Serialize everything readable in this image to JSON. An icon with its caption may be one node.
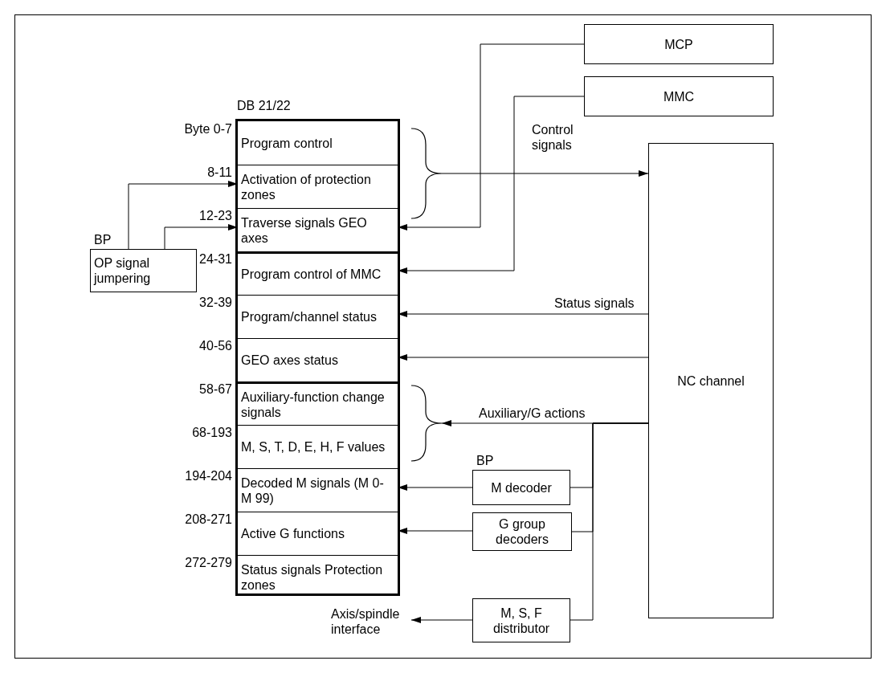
{
  "diagram": {
    "nodes": [
      {
        "text": [
          "MCP"
        ]
      },
      {
        "text": [
          "MMC"
        ]
      },
      {
        "text": [
          "DB 21/22"
        ]
      },
      {
        "text": [
          "Program control"
        ],
        "in": 2,
        "beside": [
          "Byte 0-7"
        ]
      },
      {
        "text": [
          "Activation of protection zones"
        ],
        "in": 2,
        "beside": [
          "8-11"
        ]
      },
      {
        "text": [
          "Traverse signals GEO axes"
        ],
        "in": 2,
        "beside": [
          "12-23"
        ]
      },
      {
        "text": [
          "Program control of MMC"
        ],
        "in": 2,
        "beside": [
          "24-31"
        ]
      },
      {
        "text": [
          "Program/channel status"
        ],
        "in": 2,
        "beside": [
          "32-39"
        ]
      },
      {
        "text": [
          "GEO axes status"
        ],
        "in": 2,
        "beside": [
          "40-56"
        ]
      },
      {
        "text": [
          "Auxiliary-function change signals"
        ],
        "in": 2,
        "beside": [
          "58-67"
        ]
      },
      {
        "text": [
          "M, S, T, D, E, H, F values"
        ],
        "in": 2,
        "beside": [
          "68-193"
        ]
      },
      {
        "text": [
          "Decoded M signals (M 0-M 99)"
        ],
        "in": 2,
        "beside": [
          "194-204"
        ]
      },
      {
        "text": [
          "Active G functions"
        ],
        "in": 2,
        "beside": [
          "208-271"
        ]
      },
      {
        "text": [
          "Status signals Protection zones"
        ],
        "in": 2,
        "beside": [
          "272-279"
        ]
      },
      {
        "text": [
          "OP signal jumpering"
        ],
        "beside": [
          "BP"
        ]
      },
      {
        "text": [
          "NC channel"
        ]
      },
      {
        "text": [
          "M decoder"
        ],
        "beside": [
          "BP"
        ]
      },
      {
        "text": [
          "G group decoders"
        ]
      },
      {
        "text": [
          "M, S, F distributor"
        ]
      },
      {
        "text": [
          "Axis/spindle interface"
        ]
      },
      {
        "text": [],
        "shape": "brace"
      },
      {
        "text": [],
        "shape": "brace"
      }
    ],
    "edges": [
      {
        "from": 0,
        "to": 5,
        "arrow": "to"
      },
      {
        "from": 1,
        "to": 6,
        "arrow": "to"
      },
      {
        "from": 20,
        "to": 15,
        "arrow": "to",
        "label": "Control signals"
      },
      {
        "from": 14,
        "to": 4,
        "arrow": "to"
      },
      {
        "from": 14,
        "to": 5,
        "arrow": "to"
      },
      {
        "from": 15,
        "to": 7,
        "arrow": "to",
        "label": "Status signals"
      },
      {
        "from": 15,
        "to": 8,
        "arrow": "to"
      },
      {
        "from": 15,
        "to": 21,
        "arrow": "to",
        "label": "Auxiliary/G actions"
      },
      {
        "from": 15,
        "to": 16,
        "arrow": "none"
      },
      {
        "from": 15,
        "to": 17,
        "arrow": "none"
      },
      {
        "from": 15,
        "to": 18,
        "arrow": "none"
      },
      {
        "from": 16,
        "to": 11,
        "arrow": "to"
      },
      {
        "from": 17,
        "to": 12,
        "arrow": "to"
      },
      {
        "from": 18,
        "to": 19,
        "arrow": "to"
      }
    ]
  }
}
